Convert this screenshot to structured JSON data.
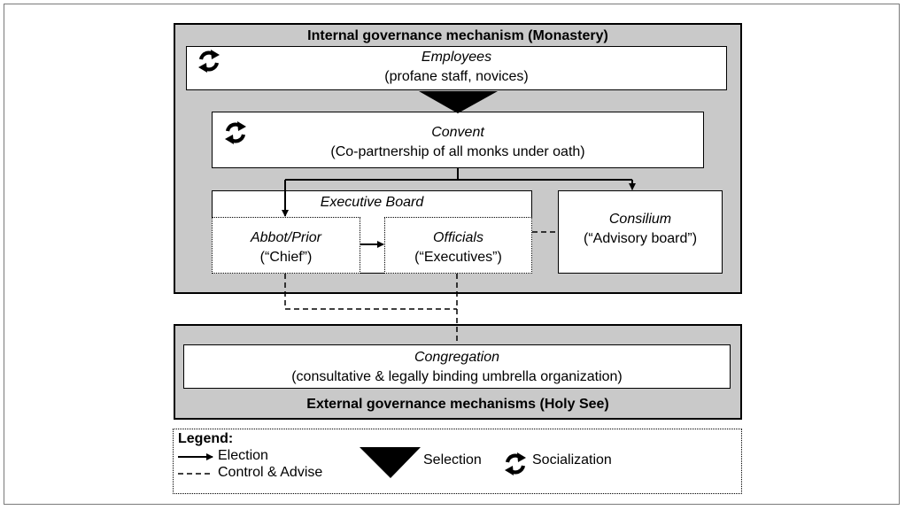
{
  "internal": {
    "title": "Internal governance mechanism (Monastery)",
    "employees": {
      "title": "Employees",
      "subtitle": "(profane staff, novices)"
    },
    "convent": {
      "title": "Convent",
      "subtitle": "(Co-partnership of all monks under oath)"
    },
    "executive_board": {
      "title": "Executive Board"
    },
    "abbot": {
      "title": "Abbot/Prior",
      "subtitle": "(“Chief”)"
    },
    "officials": {
      "title": "Officials",
      "subtitle": "(“Executives”)"
    },
    "consilium": {
      "title": "Consilium",
      "subtitle": "(“Advisory board”)"
    }
  },
  "external": {
    "title": "External governance mechanisms (Holy See)",
    "congregation": {
      "title": "Congregation",
      "subtitle": "(consultative & legally binding umbrella organization)"
    }
  },
  "legend": {
    "heading": "Legend:",
    "election": "Election",
    "control": "Control & Advise",
    "selection": "Selection",
    "socialization": "Socialization"
  }
}
